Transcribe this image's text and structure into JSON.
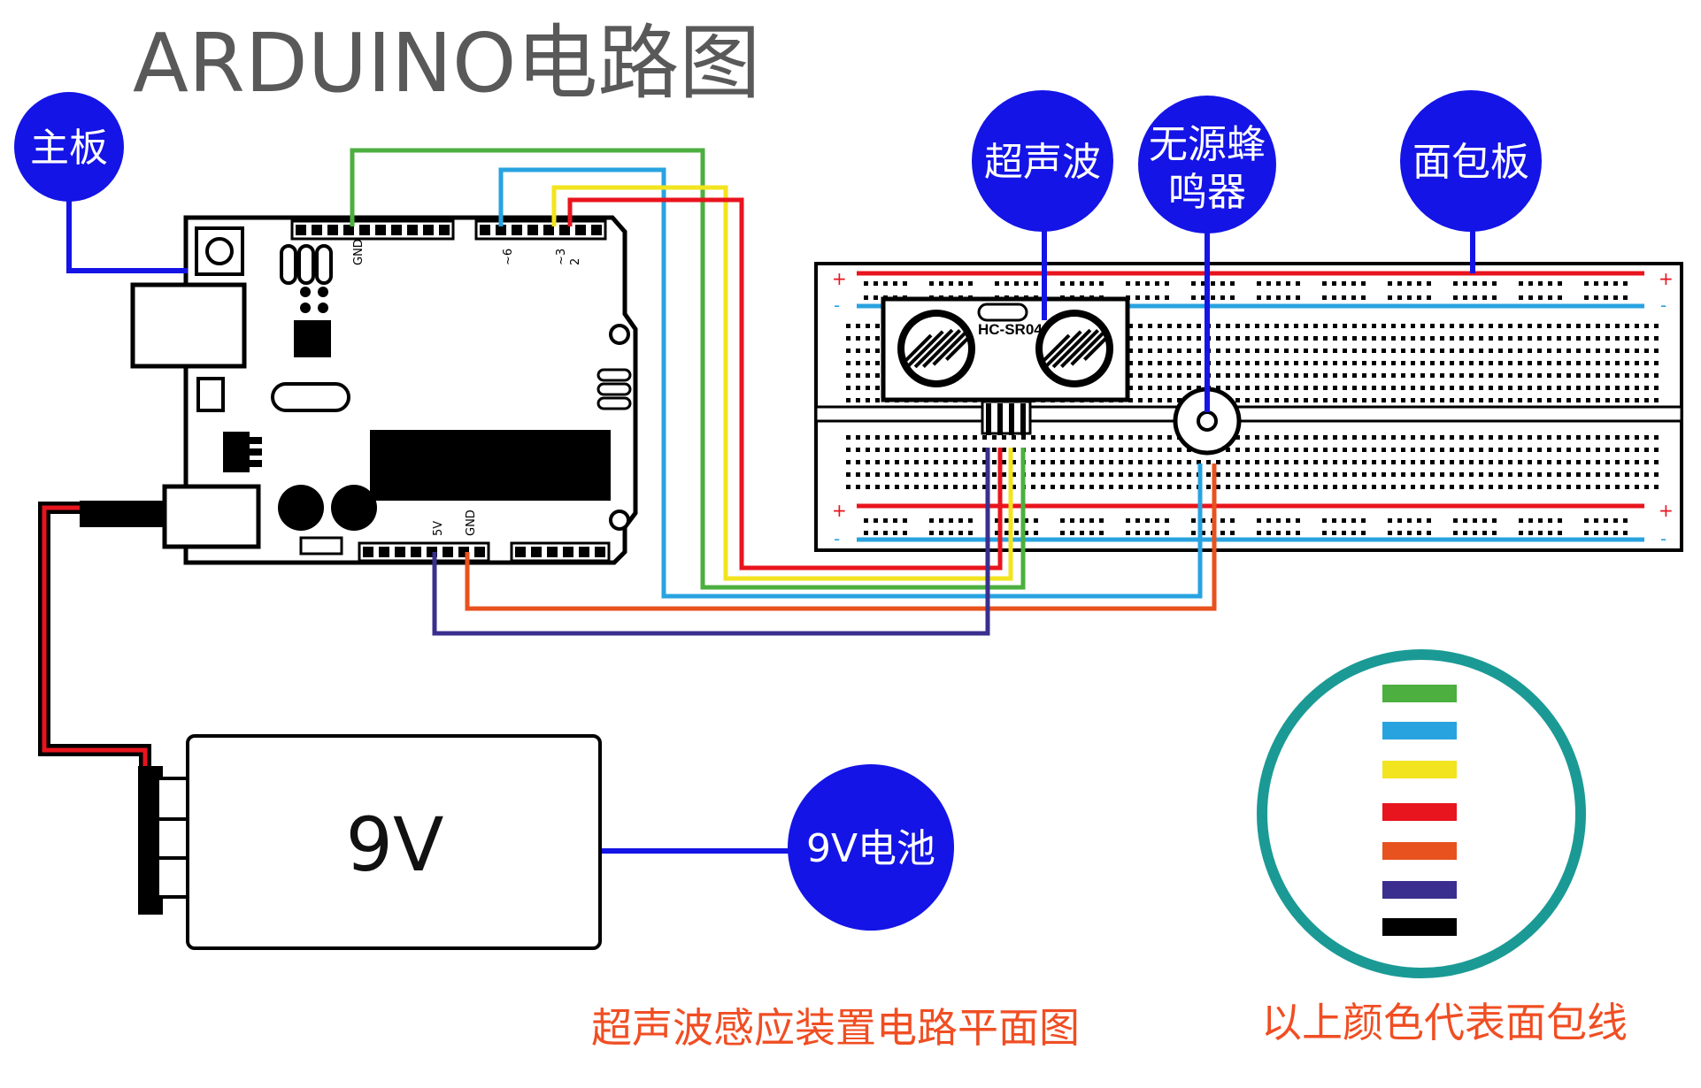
{
  "title": "ARDUINO电路图",
  "labels": {
    "mainboard": "主板",
    "ultrasonic": "超声波",
    "buzzer_line1": "无源蜂",
    "buzzer_line2": "鸣器",
    "breadboard": "面包板",
    "battery": "9V电池"
  },
  "pins": {
    "gnd_top": "GND",
    "pin6": "~6",
    "pin3": "~3",
    "pin2": "2",
    "pin5v": "5V",
    "gnd_bottom": "GND"
  },
  "sensor_model": "HC-SR04",
  "battery_voltage": "9V",
  "rail_plus": "+",
  "rail_minus": "-",
  "caption_left": "超声波感应装置电路平面图",
  "caption_right": "以上颜色代表面包线",
  "colors": {
    "bubble": "#1414e6",
    "wire_green": "#4caf3f",
    "wire_blue": "#29a3e0",
    "wire_yellow": "#f2e41e",
    "wire_red": "#e8141e",
    "wire_orange": "#e8521e",
    "wire_purple": "#3a2f8e",
    "wire_black": "#000000",
    "legend_ring": "#1b9a95",
    "caption": "#f04e23"
  },
  "legend_swatches": [
    "green",
    "blue",
    "yellow",
    "red",
    "orange",
    "purple",
    "black"
  ]
}
